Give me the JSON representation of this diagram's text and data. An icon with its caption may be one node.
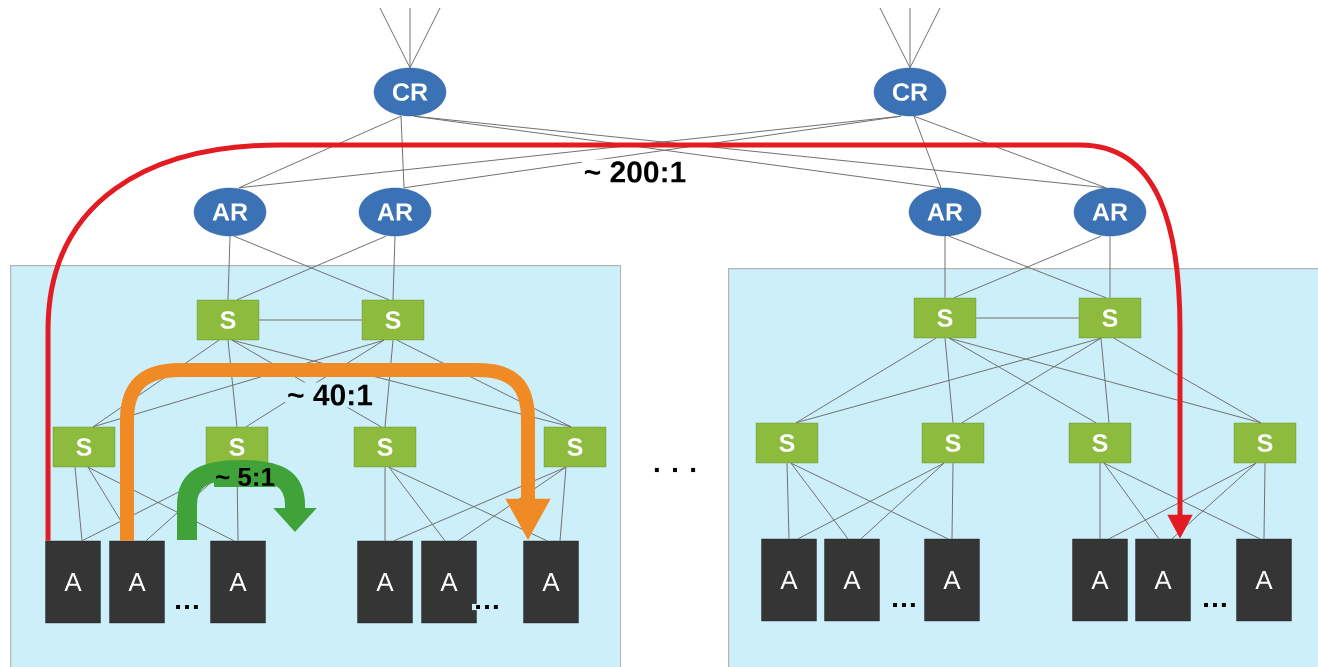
{
  "diagram": {
    "nodes": [
      {
        "text": [],
        "shape": "box"
      },
      {
        "text": [],
        "shape": "box"
      },
      {
        "text": [
          "CR"
        ]
      },
      {
        "text": [
          "CR"
        ]
      },
      {
        "text": [
          "AR"
        ]
      },
      {
        "text": [
          "AR"
        ]
      },
      {
        "text": [
          "AR"
        ]
      },
      {
        "text": [
          "AR"
        ]
      },
      {
        "text": [
          "S"
        ],
        "in": 0
      },
      {
        "text": [
          "S"
        ],
        "in": 0
      },
      {
        "text": [
          "S"
        ],
        "in": 0
      },
      {
        "text": [
          "S"
        ],
        "in": 0
      },
      {
        "text": [
          "S"
        ],
        "in": 0
      },
      {
        "text": [
          "S"
        ],
        "in": 0
      },
      {
        "text": [
          "A"
        ],
        "in": 0
      },
      {
        "text": [
          "A"
        ],
        "in": 0
      },
      {
        "text": [
          "A"
        ],
        "in": 0
      },
      {
        "text": [
          "A"
        ],
        "in": 0
      },
      {
        "text": [
          "A"
        ],
        "in": 0
      },
      {
        "text": [
          "A"
        ],
        "in": 0
      },
      {
        "text": [
          "S"
        ],
        "in": 1
      },
      {
        "text": [
          "S"
        ],
        "in": 1
      },
      {
        "text": [
          "S"
        ],
        "in": 1
      },
      {
        "text": [
          "S"
        ],
        "in": 1
      },
      {
        "text": [
          "S"
        ],
        "in": 1
      },
      {
        "text": [
          "S"
        ],
        "in": 1
      },
      {
        "text": [
          "A"
        ],
        "in": 1
      },
      {
        "text": [
          "A"
        ],
        "in": 1
      },
      {
        "text": [
          "A"
        ],
        "in": 1
      },
      {
        "text": [
          "A"
        ],
        "in": 1
      },
      {
        "text": [
          "A"
        ],
        "in": 1
      },
      {
        "text": [
          "A"
        ],
        "in": 1
      }
    ],
    "edges": [
      {
        "from": null,
        "to": 2,
        "arrow": "none"
      },
      {
        "from": null,
        "to": 2,
        "arrow": "none"
      },
      {
        "from": null,
        "to": 2,
        "arrow": "none"
      },
      {
        "from": null,
        "to": 3,
        "arrow": "none"
      },
      {
        "from": null,
        "to": 3,
        "arrow": "none"
      },
      {
        "from": null,
        "to": 3,
        "arrow": "none"
      },
      {
        "from": 2,
        "to": 4,
        "arrow": "none"
      },
      {
        "from": 2,
        "to": 5,
        "arrow": "none"
      },
      {
        "from": 2,
        "to": 6,
        "arrow": "none"
      },
      {
        "from": 2,
        "to": 7,
        "arrow": "none"
      },
      {
        "from": 3,
        "to": 4,
        "arrow": "none"
      },
      {
        "from": 3,
        "to": 5,
        "arrow": "none"
      },
      {
        "from": 3,
        "to": 6,
        "arrow": "none"
      },
      {
        "from": 3,
        "to": 7,
        "arrow": "none"
      },
      {
        "from": 4,
        "to": 8,
        "arrow": "none"
      },
      {
        "from": 4,
        "to": 9,
        "arrow": "none"
      },
      {
        "from": 5,
        "to": 8,
        "arrow": "none"
      },
      {
        "from": 5,
        "to": 9,
        "arrow": "none"
      },
      {
        "from": 6,
        "to": 20,
        "arrow": "none"
      },
      {
        "from": 6,
        "to": 21,
        "arrow": "none"
      },
      {
        "from": 7,
        "to": 20,
        "arrow": "none"
      },
      {
        "from": 7,
        "to": 21,
        "arrow": "none"
      },
      {
        "from": 8,
        "to": 9,
        "arrow": "none"
      },
      {
        "from": 20,
        "to": 21,
        "arrow": "none"
      },
      {
        "from": 8,
        "to": 10,
        "arrow": "none"
      },
      {
        "from": 8,
        "to": 11,
        "arrow": "none"
      },
      {
        "from": 8,
        "to": 12,
        "arrow": "none"
      },
      {
        "from": 8,
        "to": 13,
        "arrow": "none"
      },
      {
        "from": 9,
        "to": 10,
        "arrow": "none"
      },
      {
        "from": 9,
        "to": 11,
        "arrow": "none"
      },
      {
        "from": 9,
        "to": 12,
        "arrow": "none"
      },
      {
        "from": 9,
        "to": 13,
        "arrow": "none"
      },
      {
        "from": 20,
        "to": 22,
        "arrow": "none"
      },
      {
        "from": 20,
        "to": 23,
        "arrow": "none"
      },
      {
        "from": 20,
        "to": 24,
        "arrow": "none"
      },
      {
        "from": 20,
        "to": 25,
        "arrow": "none"
      },
      {
        "from": 21,
        "to": 22,
        "arrow": "none"
      },
      {
        "from": 21,
        "to": 23,
        "arrow": "none"
      },
      {
        "from": 21,
        "to": 24,
        "arrow": "none"
      },
      {
        "from": 21,
        "to": 25,
        "arrow": "none"
      },
      {
        "from": 10,
        "to": 14,
        "arrow": "none"
      },
      {
        "from": 10,
        "to": 15,
        "arrow": "none"
      },
      {
        "from": 10,
        "to": 16,
        "arrow": "none"
      },
      {
        "from": 11,
        "to": 14,
        "arrow": "none"
      },
      {
        "from": 11,
        "to": 15,
        "arrow": "none"
      },
      {
        "from": 11,
        "to": 16,
        "arrow": "none"
      },
      {
        "from": 12,
        "to": 17,
        "arrow": "none"
      },
      {
        "from": 12,
        "to": 18,
        "arrow": "none"
      },
      {
        "from": 12,
        "to": 19,
        "arrow": "none"
      },
      {
        "from": 13,
        "to": 17,
        "arrow": "none"
      },
      {
        "from": 13,
        "to": 18,
        "arrow": "none"
      },
      {
        "from": 13,
        "to": 19,
        "arrow": "none"
      },
      {
        "from": 22,
        "to": 26,
        "arrow": "none"
      },
      {
        "from": 22,
        "to": 27,
        "arrow": "none"
      },
      {
        "from": 22,
        "to": 28,
        "arrow": "none"
      },
      {
        "from": 23,
        "to": 26,
        "arrow": "none"
      },
      {
        "from": 23,
        "to": 27,
        "arrow": "none"
      },
      {
        "from": 23,
        "to": 28,
        "arrow": "none"
      },
      {
        "from": 24,
        "to": 29,
        "arrow": "none"
      },
      {
        "from": 24,
        "to": 30,
        "arrow": "none"
      },
      {
        "from": 24,
        "to": 31,
        "arrow": "none"
      },
      {
        "from": 25,
        "to": 29,
        "arrow": "none"
      },
      {
        "from": 25,
        "to": 30,
        "arrow": "none"
      },
      {
        "from": 25,
        "to": 31,
        "arrow": "none"
      },
      {
        "from": 14,
        "to": 30,
        "arrow": "to",
        "label": "~ 200:1",
        "style": "thick",
        "color": "#e31b23"
      },
      {
        "from": 15,
        "to": 19,
        "arrow": "to",
        "label": "~ 40:1",
        "style": "thick",
        "color": "#f08a24"
      }
    ],
    "labels": [
      "~ 5:1",
      ". . .",
      "…",
      "…",
      "…",
      "…"
    ]
  }
}
